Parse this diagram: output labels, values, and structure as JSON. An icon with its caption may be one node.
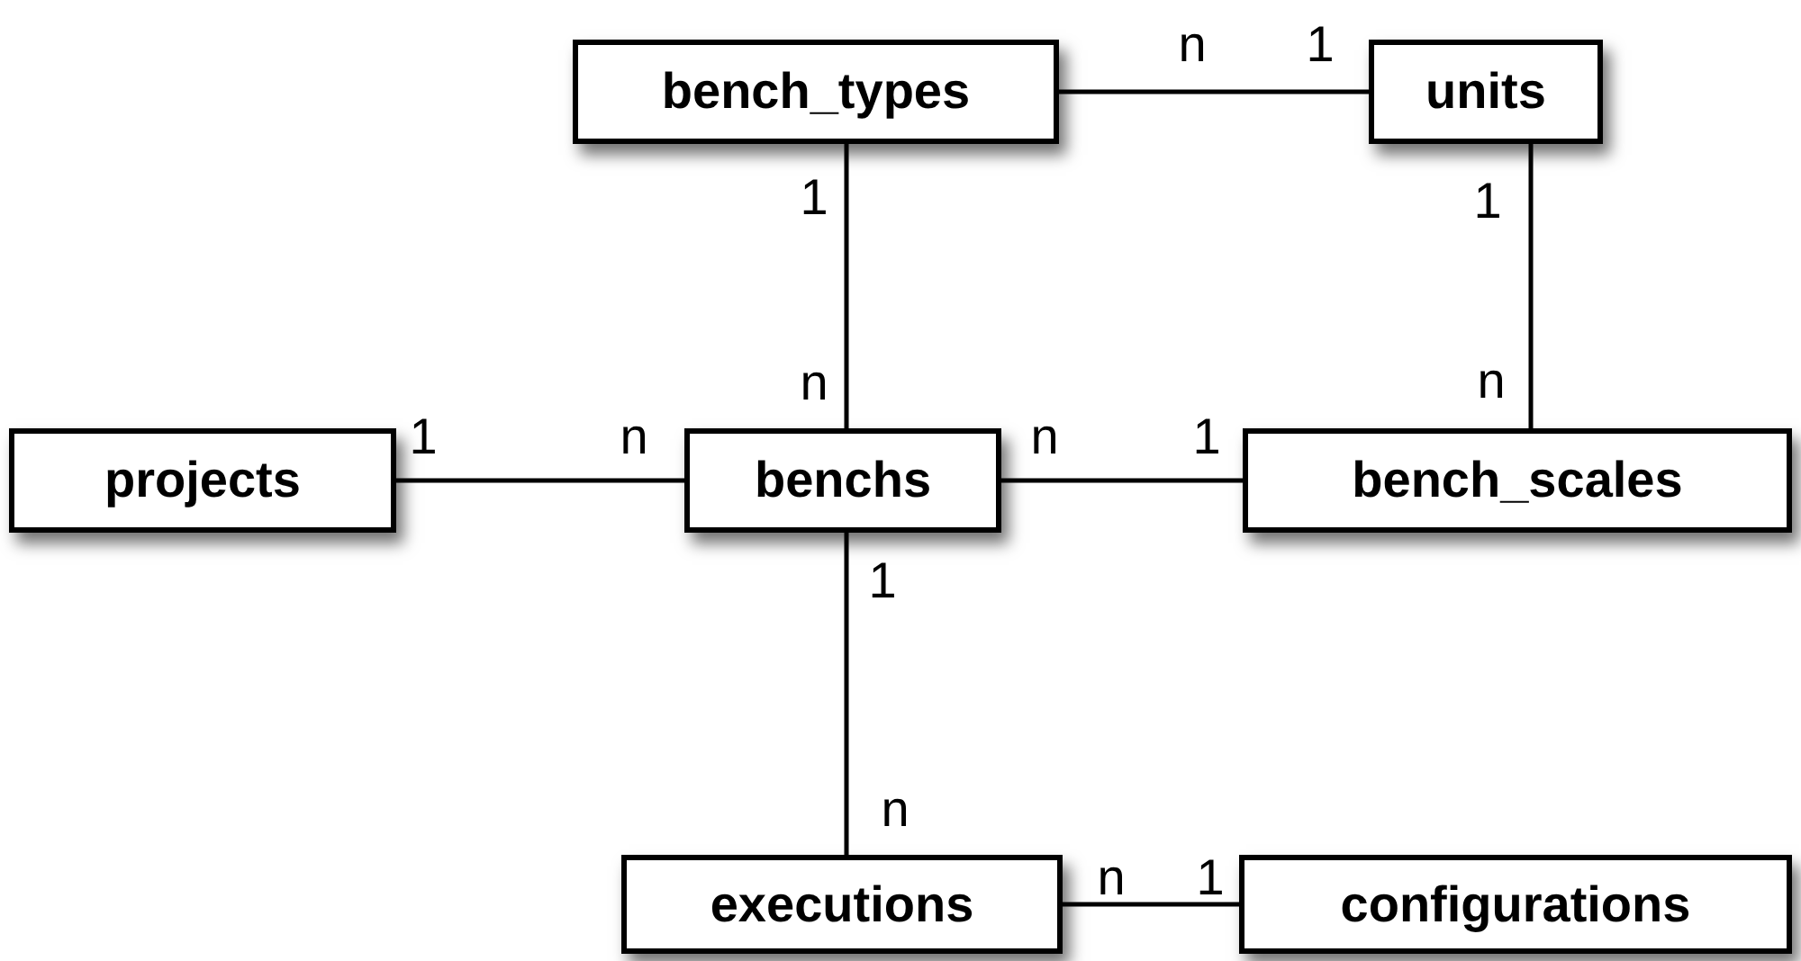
{
  "diagram": {
    "nodes": [
      {
        "text": [
          "bench_types"
        ]
      },
      {
        "text": [
          "units"
        ]
      },
      {
        "text": [
          "projects"
        ]
      },
      {
        "text": [
          "benchs"
        ]
      },
      {
        "text": [
          "bench_scales"
        ]
      },
      {
        "text": [
          "executions"
        ]
      },
      {
        "text": [
          "configurations"
        ]
      }
    ],
    "edges": [
      {
        "from": 0,
        "to": 1,
        "arrow": "none"
      },
      {
        "from": 0,
        "to": 3,
        "arrow": "none"
      },
      {
        "from": 1,
        "to": 4,
        "arrow": "none"
      },
      {
        "from": 2,
        "to": 3,
        "arrow": "none"
      },
      {
        "from": 3,
        "to": 4,
        "arrow": "none"
      },
      {
        "from": 3,
        "to": 5,
        "arrow": "none"
      },
      {
        "from": 5,
        "to": 6,
        "arrow": "none"
      }
    ],
    "labels": [
      "n",
      "1",
      "1",
      "1",
      "n",
      "n",
      "1",
      "n",
      "n",
      "1",
      "1",
      "n",
      "n",
      "1"
    ]
  }
}
